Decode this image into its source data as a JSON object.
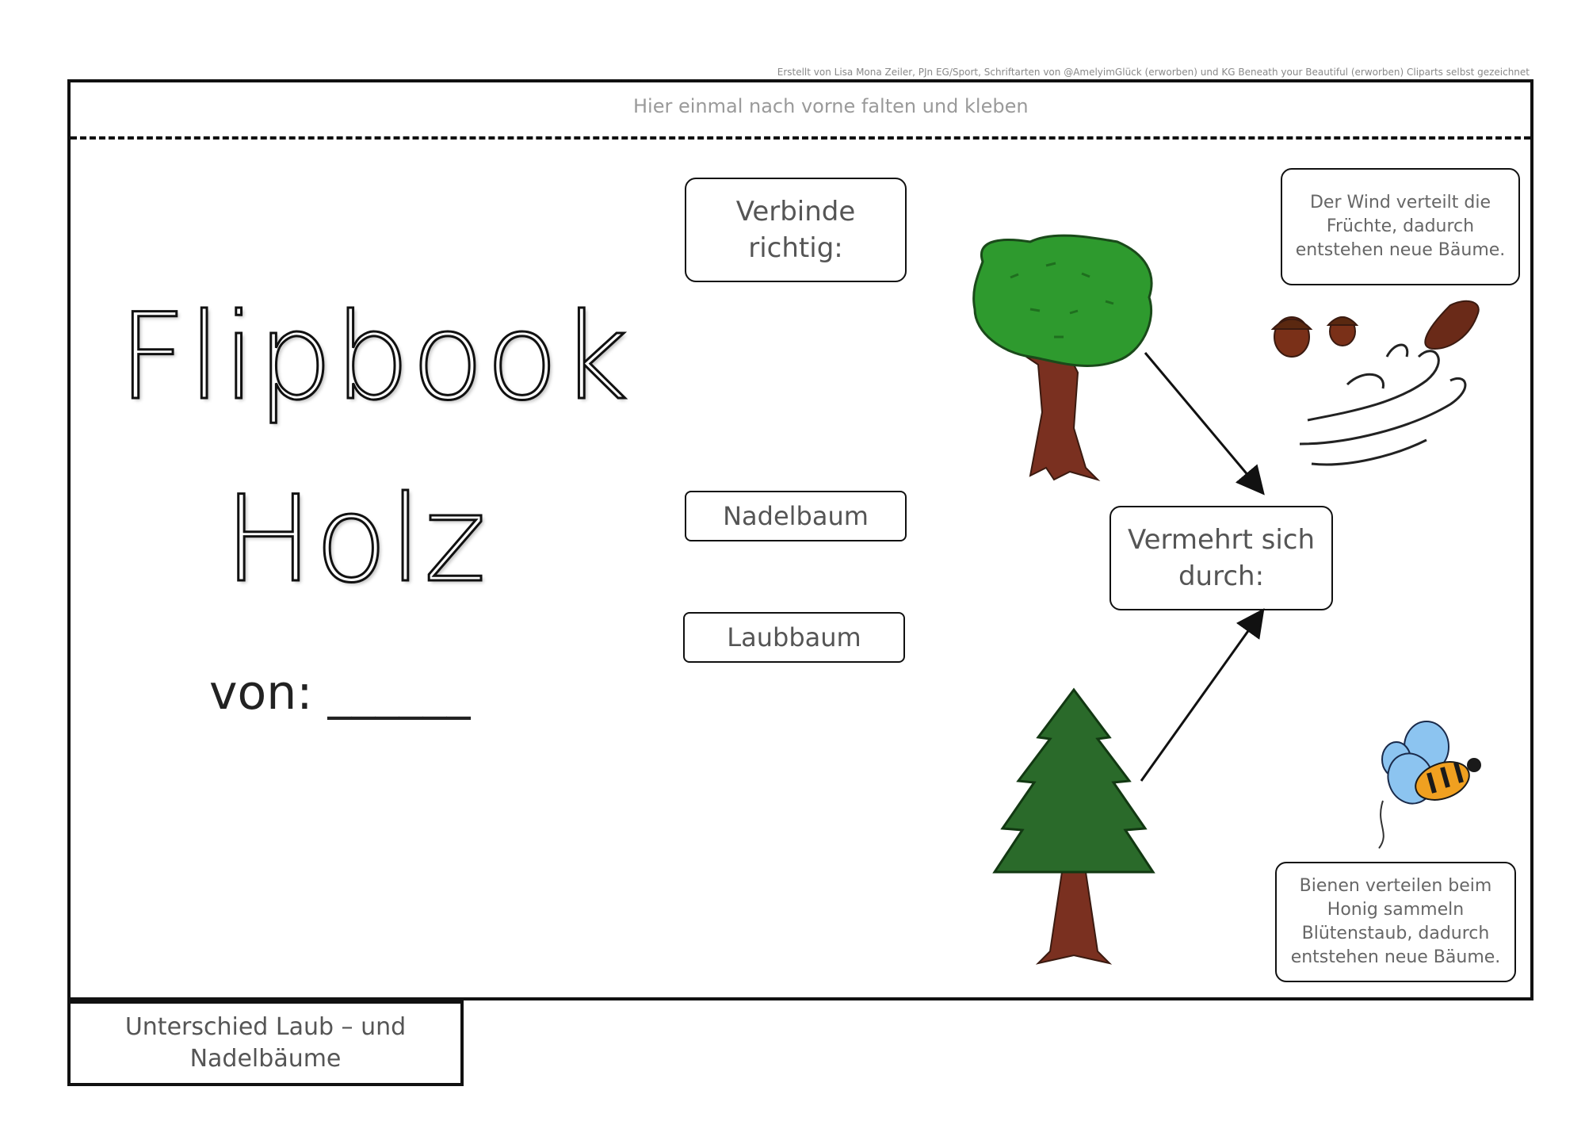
{
  "header": {
    "credit": "Erstellt von Lisa Mona Zeiler, PJn EG/Sport, Schriftarten von @AmelyimGlück (erworben) und KG Beneath your Beautiful (erworben) Cliparts selbst gezeichnet",
    "fold_instruction": "Hier einmal nach vorne falten und kleben"
  },
  "cover": {
    "title_line1": "Flipbook",
    "title_line2": "Holz",
    "author_label": "von: ______"
  },
  "task": {
    "instruction": "Verbinde richtig:",
    "option_needle": "Nadelbaum",
    "option_deciduous": "Laubbaum",
    "center_label": "Vermehrt sich durch:"
  },
  "answers": {
    "wind": "Der Wind verteilt die Früchte, dadurch entstehen neue Bäume.",
    "bees": "Bienen verteilen beim Honig sammeln Blütenstaub, dadurch entstehen neue Bäume."
  },
  "tab": {
    "label": "Unterschied Laub – und Nadelbäume"
  },
  "colors": {
    "foliage": "#2e9a2e",
    "trunk": "#7a3020",
    "conifer": "#2a6a2a",
    "bee_body": "#f0a020",
    "bee_wing": "#8cc4f0",
    "acorn": "#7a3018"
  },
  "icons": [
    "deciduous-tree-icon",
    "conifer-tree-icon",
    "acorns-icon",
    "pine-cone-icon",
    "wind-swirl-icon",
    "bee-icon"
  ]
}
